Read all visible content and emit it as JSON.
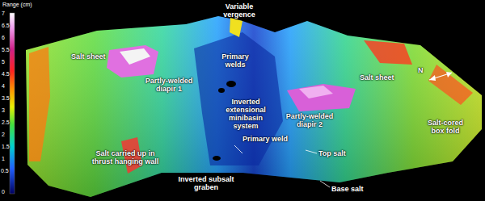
{
  "diagram": {
    "labels": [
      "Range (cm)",
      "7",
      "6.5",
      "6",
      "5.5",
      "5",
      "4.5",
      "4",
      "3.5",
      "3",
      "2.5",
      "2",
      "1.5",
      "1",
      "0.5",
      "0",
      "Variable vergence",
      "Salt sheet",
      "Primary welds",
      "Partly-welded diapir 1",
      "Inverted extensional minibasin system",
      "Partly-welded diapir 2",
      "Salt sheet",
      "N",
      "Salt-cored box fold",
      "Salt carried up in thrust hanging wall",
      "Inverted subsalt graben",
      "Primary weld",
      "Top salt",
      "Base salt"
    ]
  }
}
